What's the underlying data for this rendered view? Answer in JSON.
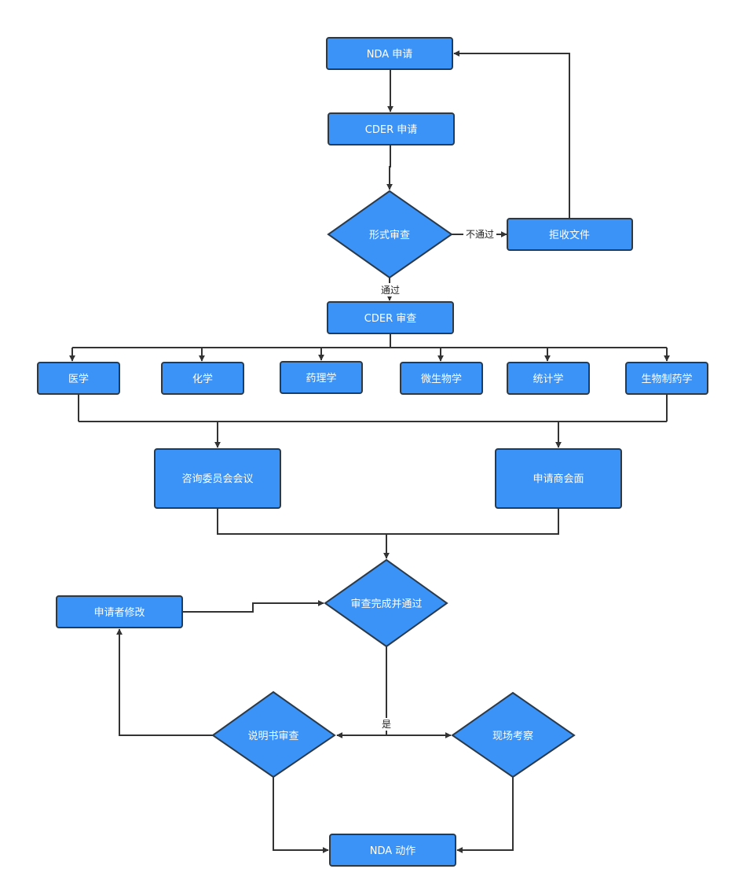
{
  "nodes": {
    "nda_apply": "NDA 申请",
    "cder_apply": "CDER 申请",
    "formal_review": "形式审查",
    "reject": "拒收文件",
    "cder_review": "CDER 审查",
    "medicine": "医学",
    "chemistry": "化学",
    "pharmacology": "药理学",
    "microbiology": "微生物学",
    "statistics": "统计学",
    "biopharma": "生物制药学",
    "advisory": "咨询委员会会议",
    "applicant_meeting": "申请商会面",
    "review_done": "审查完成并通过",
    "applicant_modify": "申请者修改",
    "label_review": "说明书审查",
    "site_inspection": "现场考察",
    "nda_action": "NDA 动作"
  },
  "edge_labels": {
    "not_passed": "不通过",
    "passed": "通过",
    "yes": "是"
  },
  "colors": {
    "node_fill": "#3b93f7",
    "node_border": "#2a3a4a",
    "edge": "#333333"
  }
}
